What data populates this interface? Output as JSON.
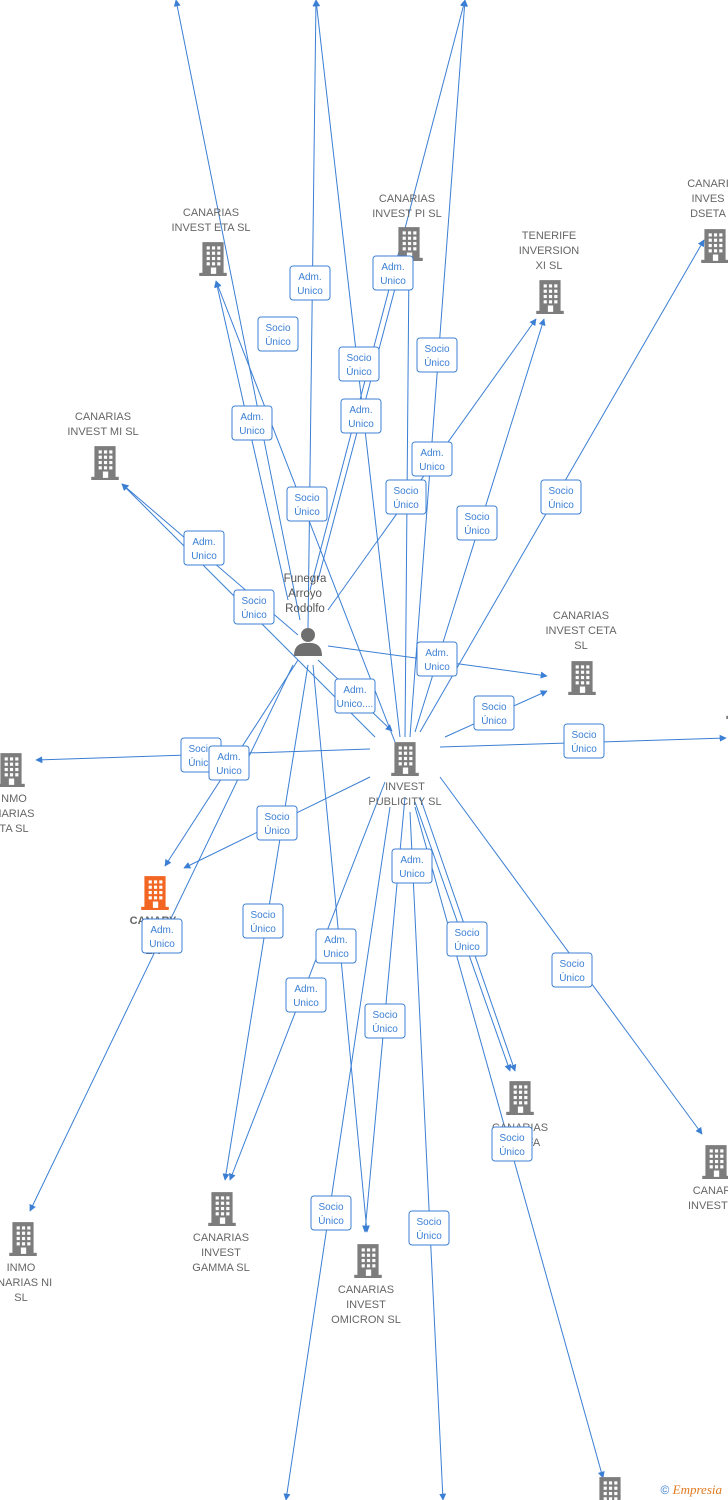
{
  "person": {
    "lines": [
      "Funegra",
      "Arroyo",
      "Rodolfo"
    ],
    "icon": "person-icon"
  },
  "colors": {
    "edge": "#3b7fd4",
    "building": "#7d7d7d",
    "highlight": "#f26522"
  },
  "companies": [
    {
      "id": "eta",
      "lines": [
        "CANARIAS",
        "INVEST ETA  SL"
      ]
    },
    {
      "id": "pi",
      "lines": [
        "CANARIAS",
        "INVEST PI  SL"
      ]
    },
    {
      "id": "tenerife",
      "lines": [
        "TENERIFE",
        "INVERSION",
        "XI  SL"
      ]
    },
    {
      "id": "dseta",
      "lines": [
        "CANARI",
        "INVES",
        "DSETA"
      ]
    },
    {
      "id": "mi",
      "lines": [
        "CANARIAS",
        "INVEST MI  SL"
      ]
    },
    {
      "id": "ceta",
      "lines": [
        "CANARIAS",
        "INVEST CETA",
        "SL"
      ]
    },
    {
      "id": "publicity",
      "lines": [
        "INVEST",
        "PUBLICITY  SL"
      ]
    },
    {
      "id": "inmo_left",
      "lines": [
        "NMO",
        "NARIAS",
        "TA  SL"
      ]
    },
    {
      "id": "canary",
      "lines": [
        "CANARY",
        "STR",
        "ZA"
      ],
      "highlight": true
    },
    {
      "id": "alfa",
      "lines": [
        "CANARIAS",
        "IN       ALFA"
      ]
    },
    {
      "id": "jota",
      "lines": [
        "CANAR",
        "INVEST J"
      ]
    },
    {
      "id": "gamma",
      "lines": [
        "CANARIAS",
        "INVEST",
        "GAMMA  SL"
      ]
    },
    {
      "id": "inmo_ni",
      "lines": [
        "INMO",
        "ANARIAS NI",
        "SL"
      ]
    },
    {
      "id": "omicron",
      "lines": [
        "CANARIAS",
        "INVEST",
        "OMICRON  SL"
      ]
    },
    {
      "id": "bottom",
      "lines": []
    },
    {
      "id": "right_edge",
      "lines": []
    }
  ],
  "relations": [
    {
      "lines": [
        "Adm.",
        "Unico"
      ]
    },
    {
      "lines": [
        "Socio",
        "Único"
      ]
    },
    {
      "lines": [
        "Adm.",
        "Unico"
      ]
    },
    {
      "lines": [
        "Socio",
        "Único"
      ]
    },
    {
      "lines": [
        "Adm.",
        "Unico"
      ]
    },
    {
      "lines": [
        "Socio",
        "Único"
      ]
    },
    {
      "lines": [
        "Adm.",
        "Unico"
      ]
    },
    {
      "lines": [
        "Socio",
        "Único"
      ]
    },
    {
      "lines": [
        "Adm.",
        "Unico"
      ]
    },
    {
      "lines": [
        "Socio",
        "Único"
      ]
    },
    {
      "lines": [
        "Socio",
        "Único"
      ]
    },
    {
      "lines": [
        "Socio",
        "Único"
      ]
    },
    {
      "lines": [
        "Adm.",
        "Unico"
      ]
    },
    {
      "lines": [
        "Socio",
        "Único"
      ]
    },
    {
      "lines": [
        "Adm.",
        "Unico"
      ]
    },
    {
      "lines": [
        "Adm.",
        "Unico...."
      ]
    },
    {
      "lines": [
        "Socio",
        "Único"
      ]
    },
    {
      "lines": [
        "Socio",
        "Único"
      ]
    },
    {
      "lines": [
        "Socio",
        "Único"
      ]
    },
    {
      "lines": [
        "Adm.",
        "Unico"
      ]
    },
    {
      "lines": [
        "Socio",
        "Único"
      ]
    },
    {
      "lines": [
        "Adm.",
        "Unico"
      ]
    },
    {
      "lines": [
        "Adm.",
        "Unico"
      ]
    },
    {
      "lines": [
        "Socio",
        "Único"
      ]
    },
    {
      "lines": [
        "Socio",
        "Único"
      ]
    },
    {
      "lines": [
        "Socio",
        "Único"
      ]
    },
    {
      "lines": [
        "Adm.",
        "Unico"
      ]
    },
    {
      "lines": [
        "Adm.",
        "Unico"
      ]
    },
    {
      "lines": [
        "Socio",
        "Único"
      ]
    },
    {
      "lines": [
        "Socio",
        "Único"
      ]
    },
    {
      "lines": [
        "Socio",
        "Único"
      ]
    },
    {
      "lines": [
        "Socio",
        "Único"
      ]
    }
  ],
  "footer": {
    "copyright": "©",
    "brand": "Empresia"
  }
}
